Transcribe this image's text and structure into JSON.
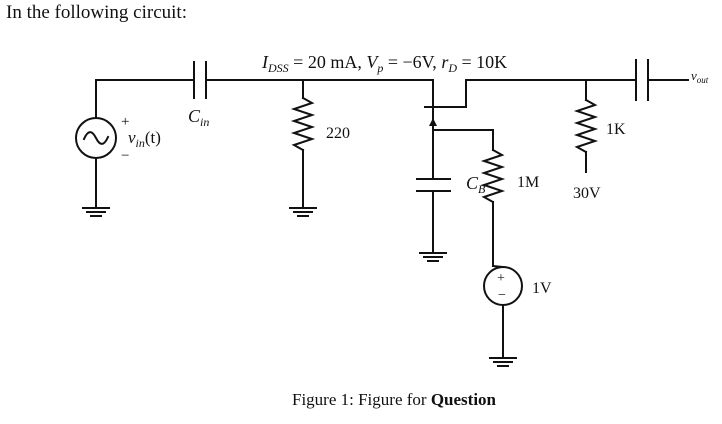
{
  "intro": "In the following circuit:",
  "params": {
    "idss": "I",
    "idss_sub": "DSS",
    "idss_val": " = 20 mA, ",
    "vp": "V",
    "vp_sub": "p",
    "vp_val": " = −6V, ",
    "rd": "r",
    "rd_sub": "D",
    "rd_val": " = 10K"
  },
  "labels": {
    "vin": "v",
    "vin_sub": "in",
    "vin_t": "(t)",
    "plus": "+",
    "minus": "−",
    "cin": "C",
    "cin_sub": "in",
    "r220": "220",
    "cb": "C",
    "cb_sub": "B",
    "r1m": "1M",
    "v1": "1V",
    "src_plus": "+",
    "src_minus": "−",
    "r1k": "1K",
    "v30": "30V",
    "vout": "v",
    "vout_sub": "out"
  },
  "caption": {
    "prefix": "Figure 1: Figure for ",
    "bold": "Question"
  }
}
